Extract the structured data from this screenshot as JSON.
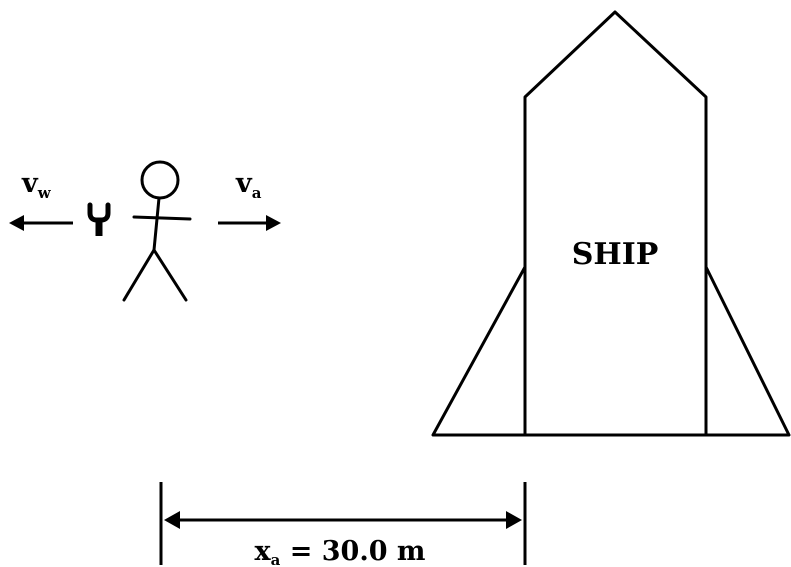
{
  "labels": {
    "ship": "SHIP",
    "astronaut_velocity_symbol": "v",
    "astronaut_velocity_subscript": "a",
    "wrench_velocity_symbol": "v",
    "wrench_velocity_subscript": "w",
    "distance_symbol": "x",
    "distance_subscript": "a",
    "distance_value": " = 30.0 m"
  },
  "colors": {
    "ink": "#000000",
    "background": "#ffffff"
  }
}
